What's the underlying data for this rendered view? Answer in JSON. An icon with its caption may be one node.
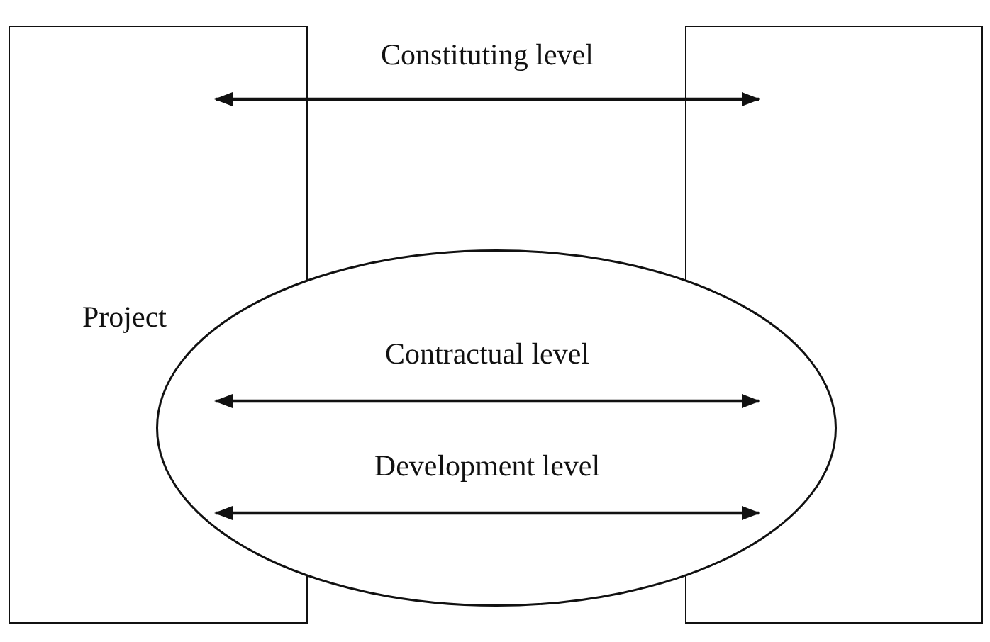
{
  "diagram": {
    "nodes": [
      {
        "text": [],
        "shape": "box"
      },
      {
        "text": [],
        "shape": "box"
      }
    ],
    "edges": [
      {
        "from": 0,
        "to": 1,
        "arrow": "both",
        "label": "Constituting level"
      },
      {
        "from": 0,
        "to": 1,
        "arrow": "both",
        "label": "Contractual level"
      },
      {
        "from": 0,
        "to": 1,
        "arrow": "both",
        "label": "Development level"
      }
    ],
    "labels": [
      "Project"
    ]
  }
}
